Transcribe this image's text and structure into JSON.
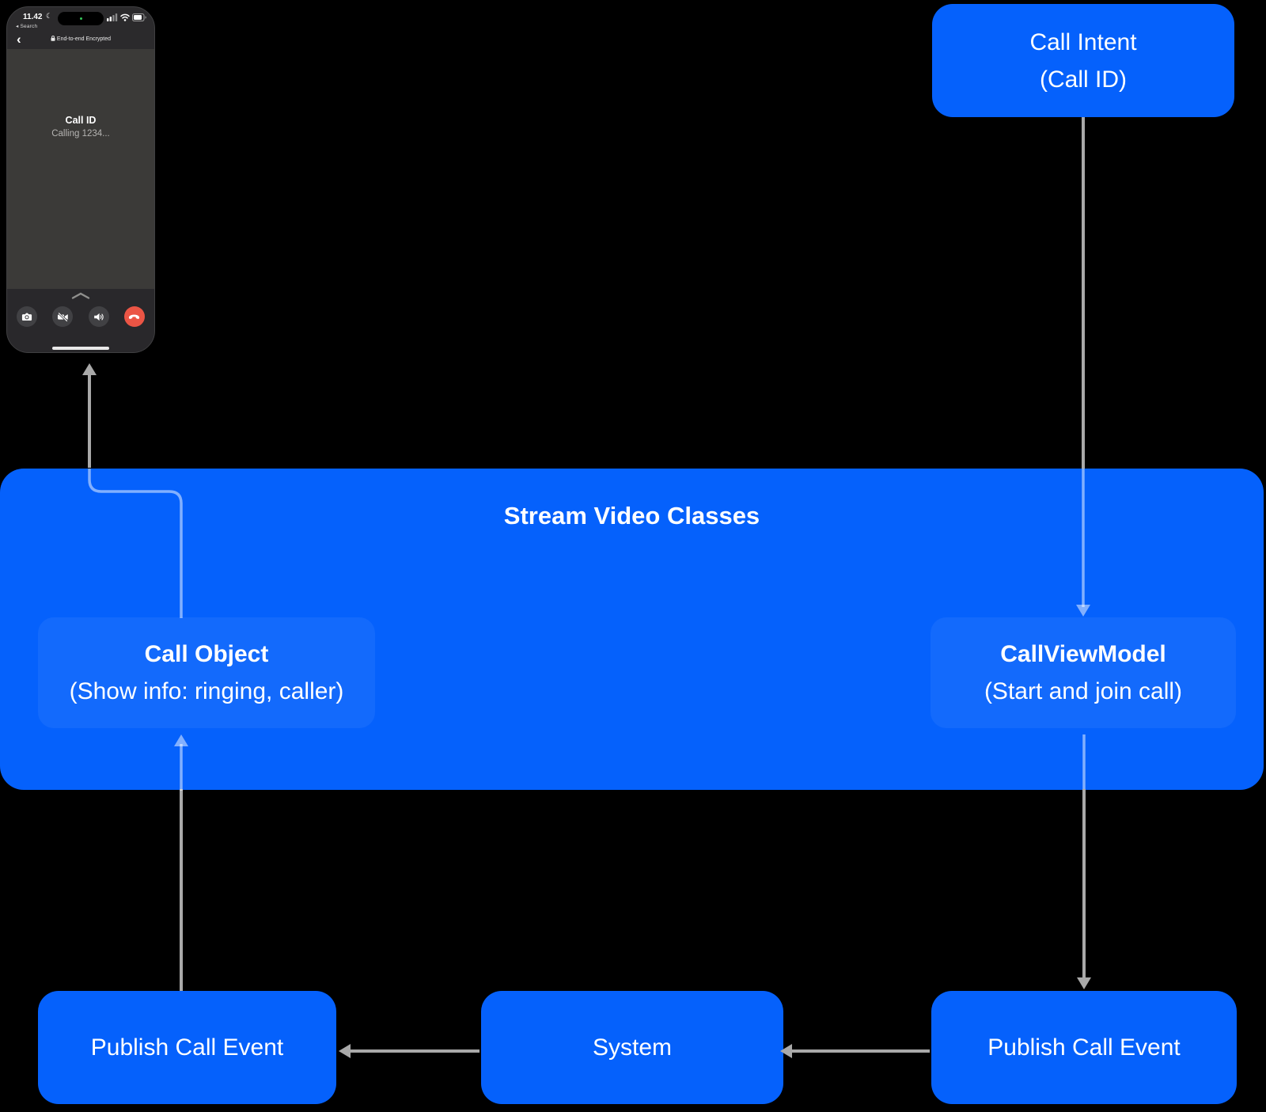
{
  "colors": {
    "background": "#000000",
    "accent_blue": "#0561fc",
    "inner_box_overlay": "rgba(255,255,255,0.06)",
    "connector_gray": "#a9a9a9",
    "connector_light": "rgba(255,255,255,0.5)",
    "end_call_red": "#eb5545",
    "phone_screen": "#3b3a38",
    "phone_header": "#2b2a2c",
    "phone_controls_bg": "#29282b",
    "control_circle": "#414144"
  },
  "phone": {
    "status": {
      "time": "11.42",
      "search_label": "Search"
    },
    "nav": {
      "encryption_label": "End-to-end Encrypted"
    },
    "call": {
      "title": "Call ID",
      "subtitle": "Calling 1234..."
    },
    "icons": {
      "moon": "☾",
      "search_back": "◂",
      "back_chevron": "‹"
    }
  },
  "diagram": {
    "call_intent": {
      "line1": "Call Intent",
      "line2": "(Call ID)"
    },
    "banner_title": "Stream Video Classes",
    "call_object": {
      "line1": "Call Object",
      "line2": "(Show info: ringing, caller)"
    },
    "call_view_model": {
      "line1": "CallViewModel",
      "line2": "(Start and join call)"
    },
    "publish_call_event_left": "Publish Call Event",
    "system": "System",
    "publish_call_event_right": "Publish Call Event"
  }
}
